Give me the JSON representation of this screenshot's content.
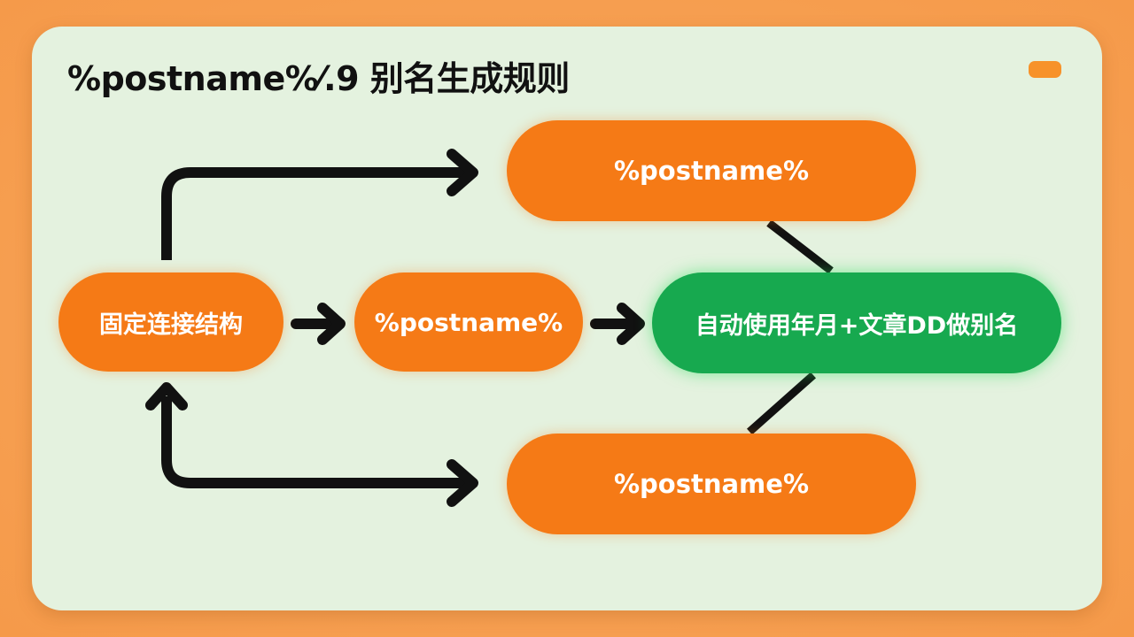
{
  "header": {
    "title": "%postname%⁄.9 别名生成规则"
  },
  "diagram": {
    "nodes": {
      "fixed": "固定连接结构",
      "middle": "%postname%",
      "top": "%postname%",
      "bottom": "%postname%",
      "result": "自动使用年月+文章DD做别名"
    }
  },
  "colors": {
    "background": "#f7a45a",
    "card": "#e4f2df",
    "node_orange": "#f57a16",
    "node_green": "#17a94f",
    "arrow": "#111111"
  }
}
